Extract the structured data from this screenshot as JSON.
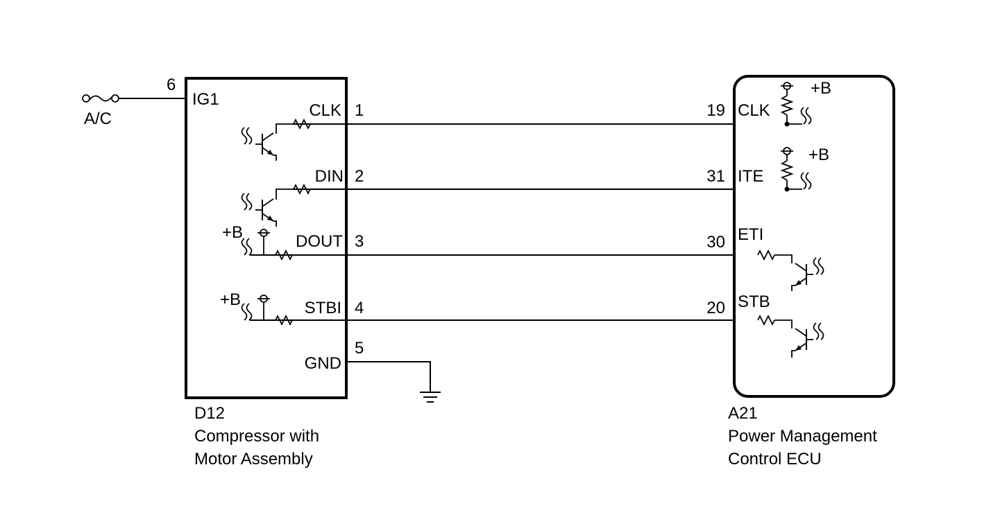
{
  "fuse": {
    "label": "A/C",
    "pin": "6"
  },
  "compressor": {
    "code": "D12",
    "name_line1": "Compressor with",
    "name_line2": "Motor Assembly",
    "power_terminal": "IG1",
    "supply_labels": [
      "+B",
      "+B"
    ],
    "terminals": [
      {
        "name": "CLK",
        "pin": "1"
      },
      {
        "name": "DIN",
        "pin": "2"
      },
      {
        "name": "DOUT",
        "pin": "3"
      },
      {
        "name": "STBI",
        "pin": "4"
      },
      {
        "name": "GND",
        "pin": "5"
      }
    ]
  },
  "ecu": {
    "code": "A21",
    "name_line1": "Power Management",
    "name_line2": "Control ECU",
    "supply_labels": [
      "+B",
      "+B"
    ],
    "terminals": [
      {
        "name": "CLK",
        "pin": "19"
      },
      {
        "name": "ITE",
        "pin": "31"
      },
      {
        "name": "ETI",
        "pin": "30"
      },
      {
        "name": "STB",
        "pin": "20"
      }
    ]
  }
}
